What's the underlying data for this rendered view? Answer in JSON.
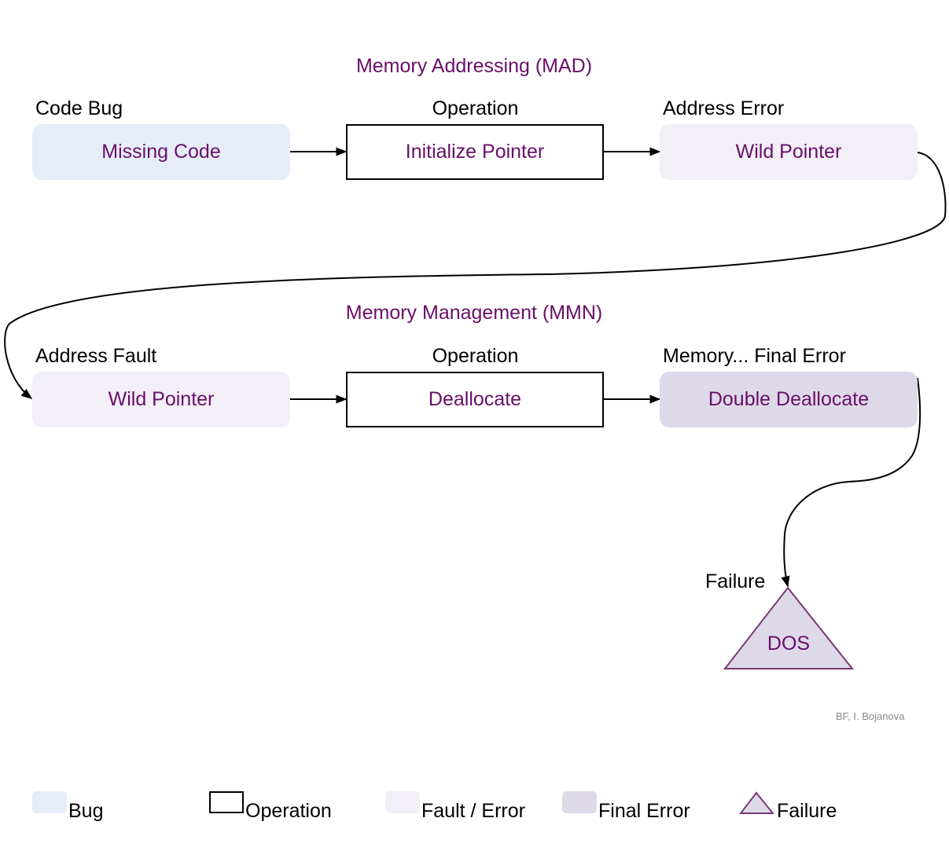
{
  "sections": {
    "mad": {
      "title": "Memory Addressing (MAD)"
    },
    "mmn": {
      "title": "Memory Management (MMN)"
    }
  },
  "row1": {
    "bug": {
      "caption": "Code Bug",
      "text": "Missing Code"
    },
    "op": {
      "caption": "Operation",
      "text": "Initialize Pointer"
    },
    "error": {
      "caption": "Address Error",
      "text": "Wild Pointer"
    }
  },
  "row2": {
    "fault": {
      "caption": "Address Fault",
      "text": "Wild Pointer"
    },
    "op": {
      "caption": "Operation",
      "text": "Deallocate"
    },
    "final": {
      "caption": "Memory... Final Error",
      "text": "Double Deallocate"
    }
  },
  "failure": {
    "caption": "Failure",
    "text": "DOS"
  },
  "credit": "BF, I. Bojanova",
  "legend": [
    {
      "key": "bug",
      "label": "Bug"
    },
    {
      "key": "op",
      "label": "Operation"
    },
    {
      "key": "fault",
      "label": "Fault / Error"
    },
    {
      "key": "final",
      "label": "Final Error"
    },
    {
      "key": "failure",
      "label": "Failure"
    }
  ],
  "colors": {
    "accent_text": "#6a0f6a",
    "bug_fill": "#e6edf9",
    "fault_fill": "#f2eff7",
    "final_fill": "#ddd9e9",
    "failure_stroke": "#7a3a72"
  }
}
